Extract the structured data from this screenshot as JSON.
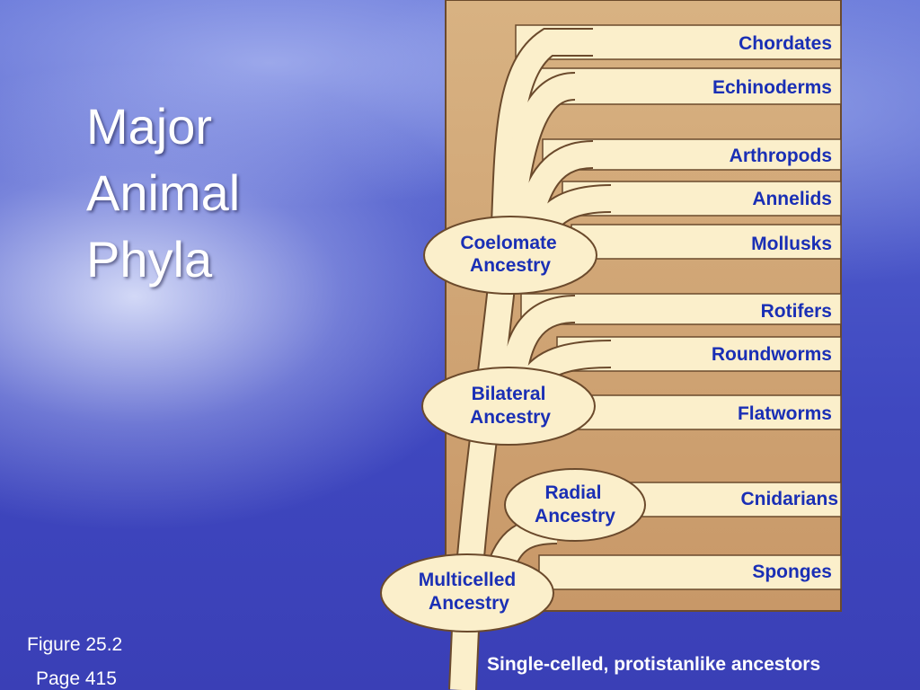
{
  "title": {
    "line1": "Major",
    "line2": "Animal",
    "line3": "Phyla"
  },
  "figure": {
    "figure_label": "Figure 25.2",
    "page_label": "Page 415"
  },
  "footer_caption": "Single-celled, protistanlike ancestors",
  "phyla": [
    "Chordates",
    "Echinoderms",
    "Arthropods",
    "Annelids",
    "Mollusks",
    "Rotifers",
    "Roundworms",
    "Flatworms",
    "Cnidarians",
    "Sponges"
  ],
  "ancestry_nodes": [
    {
      "line1": "Coelomate",
      "line2": "Ancestry"
    },
    {
      "line1": "Bilateral",
      "line2": "Ancestry"
    },
    {
      "line1": "Radial",
      "line2": "Ancestry"
    },
    {
      "line1": "Multicelled",
      "line2": "Ancestry"
    }
  ],
  "colors": {
    "panel": "#d2a878",
    "branch": "#fbefcb",
    "branch_outline": "#6b4a2c",
    "label_text": "#1a2fb5"
  }
}
